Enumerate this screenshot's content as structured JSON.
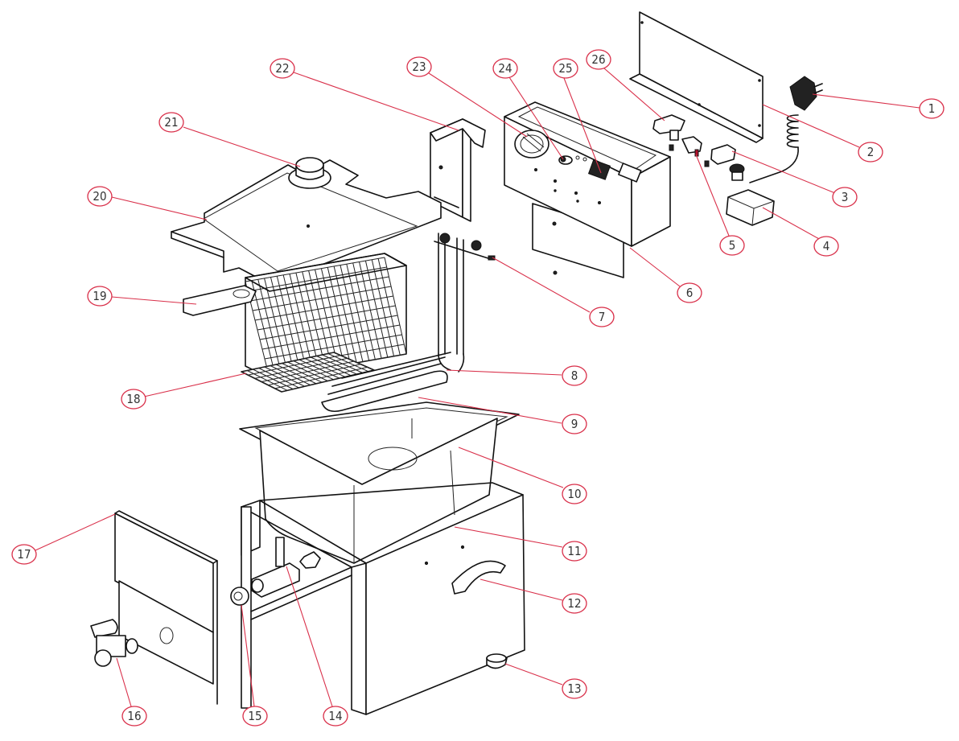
{
  "diagram": {
    "type": "exploded-parts-view",
    "subject": "deep fryer",
    "callout_color": "#d9304a",
    "line_color": "#111111",
    "callouts": [
      {
        "number": "1",
        "part": "plug"
      },
      {
        "number": "2",
        "part": "rear-panel"
      },
      {
        "number": "3",
        "part": "terminal-block"
      },
      {
        "number": "4",
        "part": "capacitor"
      },
      {
        "number": "5",
        "part": "switch"
      },
      {
        "number": "6",
        "part": "control-box"
      },
      {
        "number": "7",
        "part": "screw"
      },
      {
        "number": "8",
        "part": "element-bracket"
      },
      {
        "number": "9",
        "part": "heating-element"
      },
      {
        "number": "10",
        "part": "oil-tank"
      },
      {
        "number": "11",
        "part": "outer-casing"
      },
      {
        "number": "12",
        "part": "side-handle"
      },
      {
        "number": "13",
        "part": "foot"
      },
      {
        "number": "14",
        "part": "drain-pipe"
      },
      {
        "number": "15",
        "part": "drain-nut"
      },
      {
        "number": "16",
        "part": "drain-valve"
      },
      {
        "number": "17",
        "part": "front-door"
      },
      {
        "number": "18",
        "part": "bottom-grid"
      },
      {
        "number": "19",
        "part": "basket-handle"
      },
      {
        "number": "20",
        "part": "lid"
      },
      {
        "number": "21",
        "part": "lid-knob"
      },
      {
        "number": "22",
        "part": "element-cover"
      },
      {
        "number": "23",
        "part": "thermostat-knob"
      },
      {
        "number": "24",
        "part": "indicator-light"
      },
      {
        "number": "25",
        "part": "power-switch"
      },
      {
        "number": "26",
        "part": "safety-thermostat"
      }
    ]
  }
}
